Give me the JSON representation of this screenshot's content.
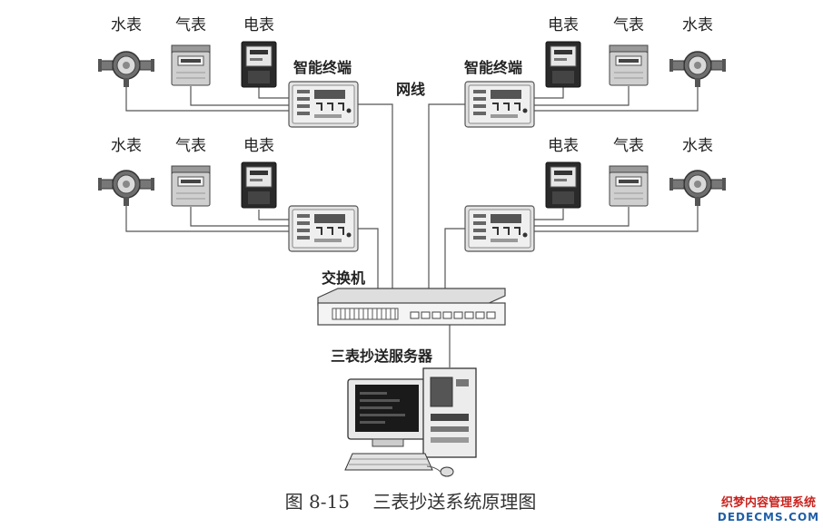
{
  "labels": {
    "water_meter": "水表",
    "gas_meter": "气表",
    "electric_meter": "电表",
    "smart_terminal": "智能终端",
    "network_cable": "网线",
    "switch": "交换机",
    "server": "三表抄送服务器"
  },
  "caption": "图 8-15    三表抄送系统原理图",
  "watermark": {
    "line1": "织梦内容管理系统",
    "line2": "DEDECMS.COM"
  }
}
